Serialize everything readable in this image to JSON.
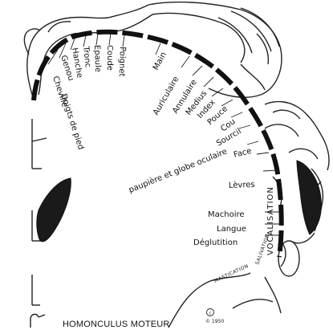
{
  "caption": "HOMONCULUS MOTEUR",
  "body_parts": [
    "Doigts de pied",
    "Cheville",
    "Genou",
    "Hanche",
    "Tronc",
    "Epaule",
    "Coude",
    "Poignet",
    "Main",
    "Auriculaire",
    "Annulaire",
    "Medius",
    "Index",
    "Pouce",
    "Cou",
    "Sourcil",
    "paupière et globe oculaire",
    "Face",
    "Lèvres",
    "Machoire",
    "Langue",
    "Déglutition"
  ],
  "side_labels": {
    "vocalisation": "VOCALISATION",
    "salivation": "SALIVATION",
    "mastication": "MASTICATION"
  },
  "copyright": "© 1950"
}
